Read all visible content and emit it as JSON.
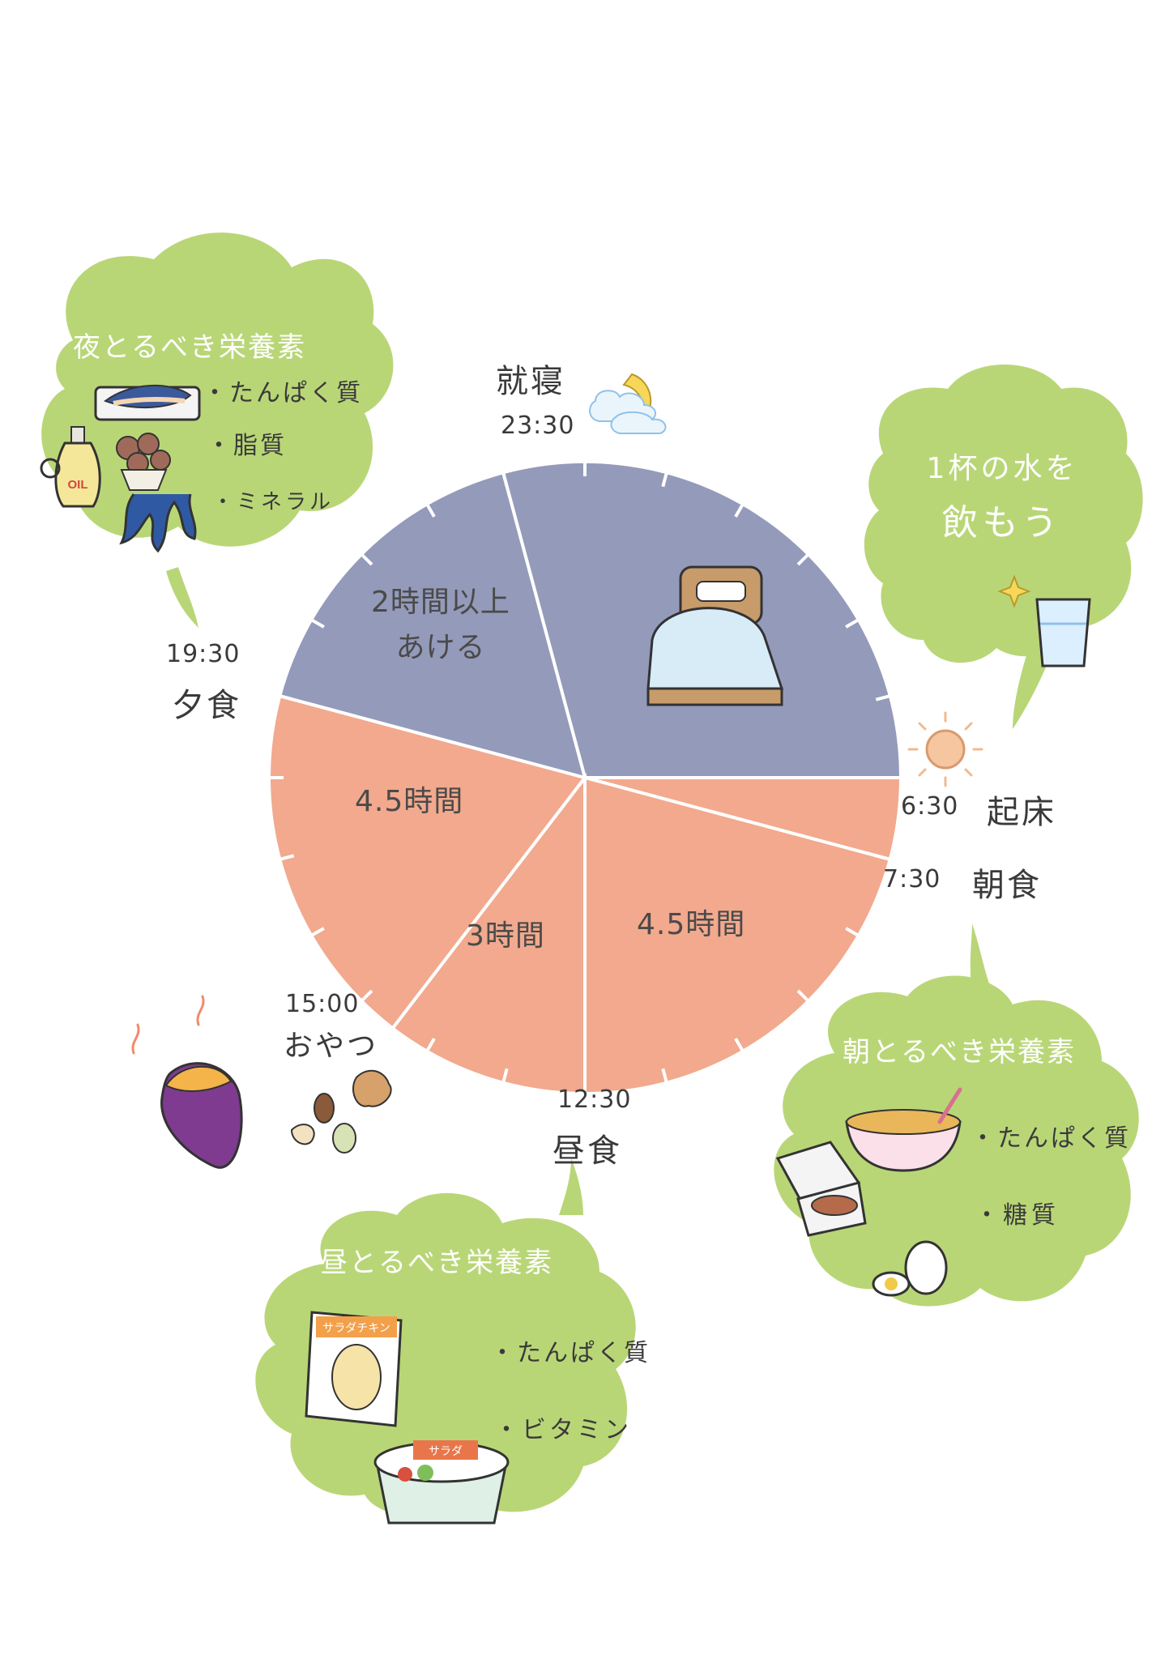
{
  "colors": {
    "sleep": "#949aba",
    "awake": "#f2a98d",
    "bubble": "#b9d677",
    "divider": "#ffffff",
    "text": "#3a3a3a"
  },
  "schedule": {
    "bedtime": {
      "time": "23:30",
      "label": "就寝",
      "icon": "moon-cloud-icon"
    },
    "wakeup": {
      "time": "6:30",
      "label": "起床",
      "icon": "sun-icon"
    },
    "breakfast": {
      "time": "7:30",
      "label": "朝食"
    },
    "lunch": {
      "time": "12:30",
      "label": "昼食"
    },
    "snack": {
      "time": "15:00",
      "label": "おやつ"
    },
    "dinner": {
      "time": "19:30",
      "label": "夕食"
    }
  },
  "segments": {
    "breakfast_to_lunch": "4.5時間",
    "lunch_to_snack": "3時間",
    "snack_to_dinner": "4.5時間",
    "dinner_to_bed_line1": "2時間以上",
    "dinner_to_bed_line2": "あける"
  },
  "bubbles": {
    "night": {
      "title": "夜とるべき栄養素",
      "items": [
        "・たんぱく質",
        "・脂質",
        "・ミネラル"
      ],
      "oil_text": "OIL"
    },
    "morning_water": {
      "line1": "1杯の水を",
      "line2": "飲もう"
    },
    "morning": {
      "title": "朝とるべき栄養素",
      "items": [
        "・たんぱく質",
        "・糖質"
      ]
    },
    "lunch": {
      "title": "昼とるべき栄養素",
      "items": [
        "・たんぱく質",
        "・ビタミン"
      ],
      "pack1_text": "サラダチキン",
      "pack2_text": "サラダ"
    }
  },
  "chart_data": {
    "type": "pie",
    "unit": "hours",
    "total": 24,
    "slices": [
      {
        "from": "23:30",
        "to": "6:30",
        "hours": 7,
        "kind": "sleep"
      },
      {
        "from": "6:30",
        "to": "7:30",
        "hours": 1,
        "kind": "awake"
      },
      {
        "from": "7:30",
        "to": "12:30",
        "hours": 5,
        "kind": "awake"
      },
      {
        "from": "12:30",
        "to": "15:00",
        "hours": 2.5,
        "kind": "awake"
      },
      {
        "from": "15:00",
        "to": "19:30",
        "hours": 4.5,
        "kind": "awake"
      },
      {
        "from": "19:30",
        "to": "23:30",
        "hours": 4,
        "kind": "sleep"
      }
    ],
    "ticks": 24
  }
}
